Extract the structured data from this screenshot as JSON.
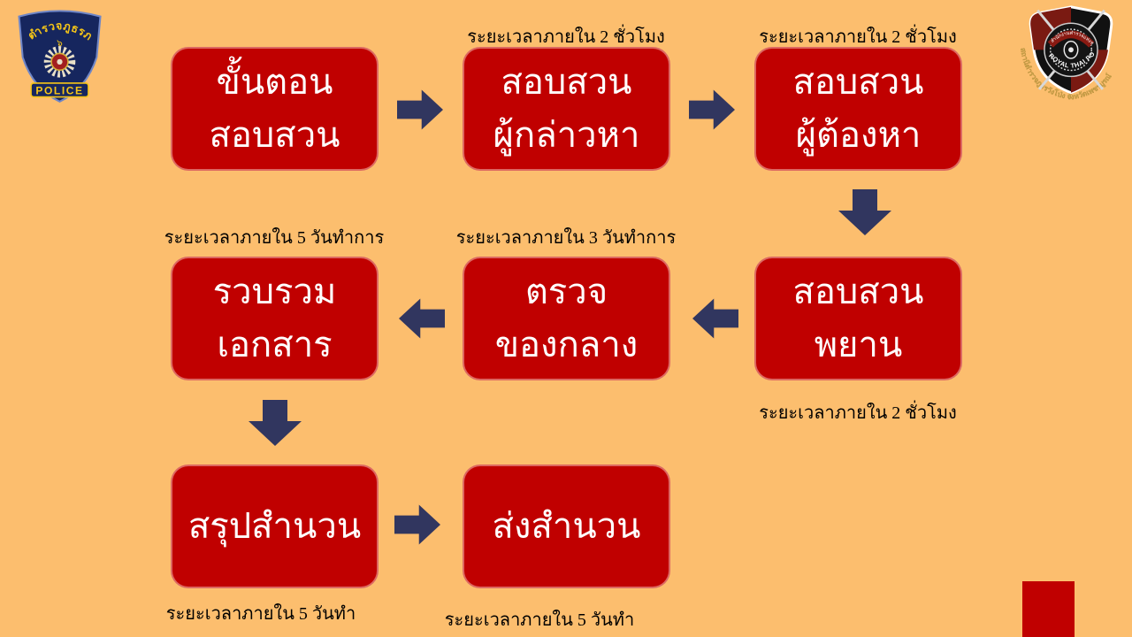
{
  "colors": {
    "background": "#FCBE6E",
    "box_fill": "#C00000",
    "box_text": "#FFFFFF",
    "arrow_fill": "#31365F",
    "note_text": "#000000",
    "badge_blue": "#16265E",
    "badge_gold": "#F5C518"
  },
  "logos": {
    "left": {
      "arc_text": "ตำรวจภูธรภาค",
      "region_numeral": "๖",
      "bottom_text": "POLICE"
    },
    "right": {
      "inner_top_text": "สำนักงานตำรวจแห่งชาติ",
      "inner_bottom_text": "ROYAL THAI POLICE",
      "outer_banner_text": "สถานีตำรวจภูธรวังโป่ง จังหวัดเพชรบูรณ์"
    }
  },
  "flow": {
    "boxes": [
      {
        "line1": "ขั้นตอน",
        "line2": "สอบสวน"
      },
      {
        "line1": "สอบสวน",
        "line2": "ผู้กล่าวหา"
      },
      {
        "line1": "สอบสวน",
        "line2": "ผู้ต้องหา"
      },
      {
        "line1": "รวบรวม",
        "line2": "เอกสาร"
      },
      {
        "line1": "ตรวจ",
        "line2": "ของกลาง"
      },
      {
        "line1": "สอบสวน",
        "line2": "พยาน"
      },
      {
        "line1": "สรุปสำนวน",
        "line2": ""
      },
      {
        "line1": "ส่งสำนวน",
        "line2": ""
      }
    ],
    "notes": [
      {
        "text": "ระยะเวลาภายใน 2 ชั่วโมง",
        "for_box": "สอบสวนผู้กล่าวหา",
        "position": "above"
      },
      {
        "text": "ระยะเวลาภายใน 2 ชั่วโมง",
        "for_box": "สอบสวนผู้ต้องหา",
        "position": "above"
      },
      {
        "text": "ระยะเวลาภายใน 5 วันทำการ",
        "for_box": "รวบรวมเอกสาร",
        "position": "above"
      },
      {
        "text": "ระยะเวลาภายใน 3 วันทำการ",
        "for_box": "ตรวจของกลาง",
        "position": "above"
      },
      {
        "text": "ระยะเวลาภายใน 2 ชั่วโมง",
        "for_box": "สอบสวนพยาน",
        "position": "below"
      },
      {
        "text": "ระยะเวลาภายใน 5 วันทำ",
        "for_box": "สรุปสำนวน",
        "position": "below"
      },
      {
        "text": "ระยะเวลาภายใน 5 วันทำ",
        "for_box": "ส่งสำนวน",
        "position": "below"
      }
    ]
  }
}
